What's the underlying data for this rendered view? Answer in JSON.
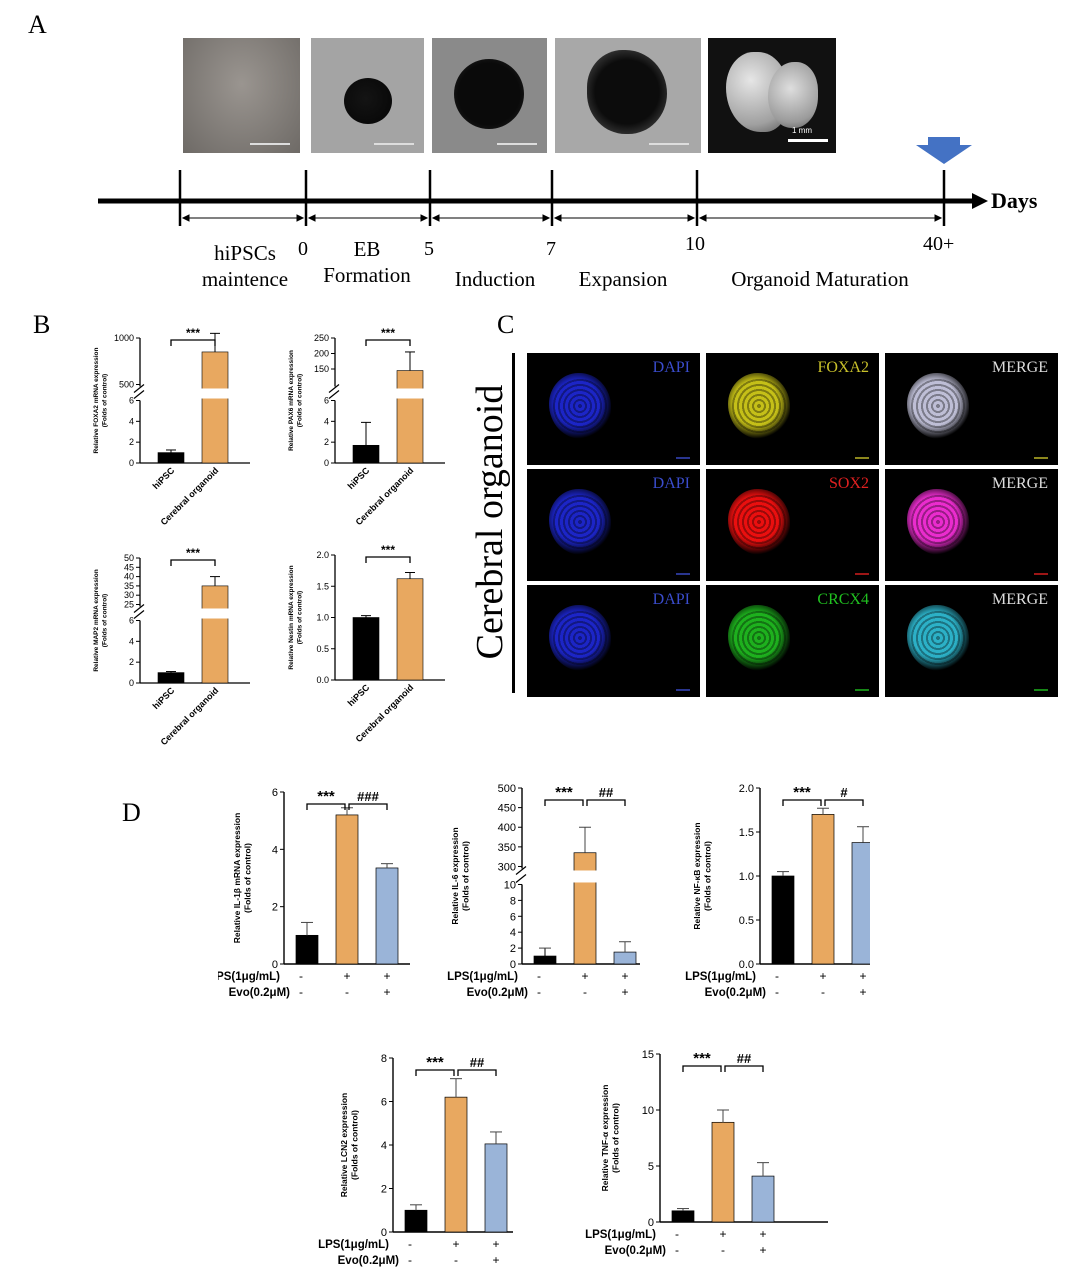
{
  "panels": {
    "a": "A",
    "b": "B",
    "c": "C",
    "d": "D"
  },
  "timeline": {
    "axis_label": "Days",
    "ticks": [
      "0",
      "5",
      "7",
      "10",
      "40+"
    ],
    "stages": [
      {
        "lines": [
          "hiPSCs",
          "maintence"
        ]
      },
      {
        "lines": [
          "EB",
          "Formation"
        ]
      },
      {
        "lines": [
          "Induction"
        ]
      },
      {
        "lines": [
          "Expansion"
        ]
      },
      {
        "lines": [
          "Organoid Maturation"
        ]
      }
    ],
    "scale_bar_text": "1 mm"
  },
  "fluorescence": {
    "side_label": "Cerebral organoid",
    "rows": [
      [
        "DAPI",
        "FOXA2",
        "MERGE"
      ],
      [
        "DAPI",
        "SOX2",
        "MERGE"
      ],
      [
        "DAPI",
        "CRCX4",
        "MERGE"
      ]
    ],
    "label_colors": [
      [
        "#3a4ccc",
        "#c8c02a",
        "#dddddd"
      ],
      [
        "#3a4ccc",
        "#e02020",
        "#dddddd"
      ],
      [
        "#3a4ccc",
        "#20c020",
        "#dddddd"
      ]
    ],
    "signal_colors": [
      [
        "#1e28d8",
        "#d6d01a",
        "#cfcfe8"
      ],
      [
        "#1e28d8",
        "#ff1010",
        "#ff30e0"
      ],
      [
        "#1e28d8",
        "#20c020",
        "#30c0d8"
      ]
    ]
  },
  "colors": {
    "hipsc": "#000000",
    "organoid": "#e8a860",
    "lps": "#e8a860",
    "evo": "#9ab4d8"
  },
  "chart_data": [
    {
      "id": "B1",
      "type": "bar",
      "categories": [
        "hiPSC",
        "Cerebral organoid"
      ],
      "values": [
        1,
        850
      ],
      "errors": [
        0.25,
        200
      ],
      "ylabel": "Relative FOXA2 mRNA expression\n(Folds of control)",
      "axis_break": [
        6,
        500
      ],
      "lower_ticks": [
        "0",
        "2",
        "4",
        "6"
      ],
      "upper_ticks": [
        "500",
        "1000"
      ],
      "significance": [
        "***"
      ]
    },
    {
      "id": "B2",
      "type": "bar",
      "categories": [
        "hiPSC",
        "Cerebral organoid"
      ],
      "values": [
        1.7,
        145
      ],
      "errors": [
        2.2,
        60
      ],
      "ylabel": "Relative PAX6 mRNA expression\n(Folds of control)",
      "axis_break": [
        6,
        100
      ],
      "lower_ticks": [
        "0",
        "2",
        "4",
        "6"
      ],
      "upper_ticks": [
        "150",
        "200",
        "250"
      ],
      "significance": [
        "***"
      ]
    },
    {
      "id": "B3",
      "type": "bar",
      "categories": [
        "hiPSC",
        "Cerebral organoid"
      ],
      "values": [
        1,
        35
      ],
      "errors": [
        0.1,
        5
      ],
      "ylabel": "Relative MAP2 mRNA expression\n(Folds of control)",
      "axis_break": [
        6,
        25
      ],
      "lower_ticks": [
        "0",
        "2",
        "4",
        "6"
      ],
      "upper_ticks": [
        "25",
        "30",
        "35",
        "40",
        "45",
        "50"
      ],
      "significance": [
        "***"
      ]
    },
    {
      "id": "B4",
      "type": "bar",
      "categories": [
        "hiPSC",
        "Cerebral organoid"
      ],
      "values": [
        1.0,
        1.62
      ],
      "errors": [
        0.03,
        0.1
      ],
      "ylabel": "Relative Nestin mRNA expression\n(Folds of control)",
      "ylim": [
        0,
        2.0
      ],
      "ticks": [
        "0.0",
        "0.5",
        "1.0",
        "1.5",
        "2.0"
      ],
      "significance": [
        "***"
      ]
    },
    {
      "id": "D1",
      "type": "bar",
      "groups": [
        "control",
        "LPS",
        "LPS+Evo"
      ],
      "values": [
        1.0,
        5.2,
        3.35
      ],
      "errors": [
        0.45,
        0.25,
        0.15
      ],
      "ylabel": "Relative IL-1β mRNA expression\n(Folds of control)",
      "ylim": [
        0,
        6
      ],
      "ticks": [
        "0",
        "2",
        "4",
        "6"
      ],
      "significance": [
        "***",
        "###"
      ]
    },
    {
      "id": "D2",
      "type": "bar",
      "groups": [
        "control",
        "LPS",
        "LPS+Evo"
      ],
      "values": [
        1.0,
        335,
        1.5
      ],
      "errors": [
        1.0,
        65,
        1.3
      ],
      "ylabel": "Relative IL-6 expression\n(Folds of control)",
      "axis_break": [
        10,
        300
      ],
      "lower_ticks": [
        "0",
        "2",
        "4",
        "6",
        "8",
        "10"
      ],
      "upper_ticks": [
        "300",
        "350",
        "400",
        "450",
        "500"
      ],
      "significance": [
        "***",
        "##"
      ]
    },
    {
      "id": "D3",
      "type": "bar",
      "groups": [
        "control",
        "LPS",
        "LPS+Evo"
      ],
      "values": [
        1.0,
        1.7,
        1.38
      ],
      "errors": [
        0.05,
        0.07,
        0.18
      ],
      "ylabel": "Relative NF-κB expression\n(Folds of control)",
      "ylim": [
        0,
        2.0
      ],
      "ticks": [
        "0.0",
        "0.5",
        "1.0",
        "1.5",
        "2.0"
      ],
      "significance": [
        "***",
        "#"
      ]
    },
    {
      "id": "D4",
      "type": "bar",
      "groups": [
        "control",
        "LPS",
        "LPS+Evo"
      ],
      "values": [
        1.0,
        6.2,
        4.05
      ],
      "errors": [
        0.25,
        0.85,
        0.55
      ],
      "ylabel": "Relative LCN2 expression\n(Folds of control)",
      "ylim": [
        0,
        8
      ],
      "ticks": [
        "0",
        "2",
        "4",
        "6",
        "8"
      ],
      "significance": [
        "***",
        "##"
      ]
    },
    {
      "id": "D5",
      "type": "bar",
      "groups": [
        "control",
        "LPS",
        "LPS+Evo"
      ],
      "values": [
        1.0,
        8.9,
        4.1
      ],
      "errors": [
        0.2,
        1.1,
        1.2
      ],
      "ylabel": "Relative TNF-α expression\n(Folds of control)",
      "ylim": [
        0,
        15
      ],
      "ticks": [
        "0",
        "5",
        "10",
        "15"
      ],
      "significance": [
        "***",
        "##"
      ]
    }
  ],
  "treatment": {
    "lps_label": "LPS(1μg/mL)",
    "evo_label": "Evo(0.2μM)",
    "lps_signs": [
      "-",
      "+",
      "+"
    ],
    "evo_signs": [
      "-",
      "-",
      "+"
    ]
  }
}
